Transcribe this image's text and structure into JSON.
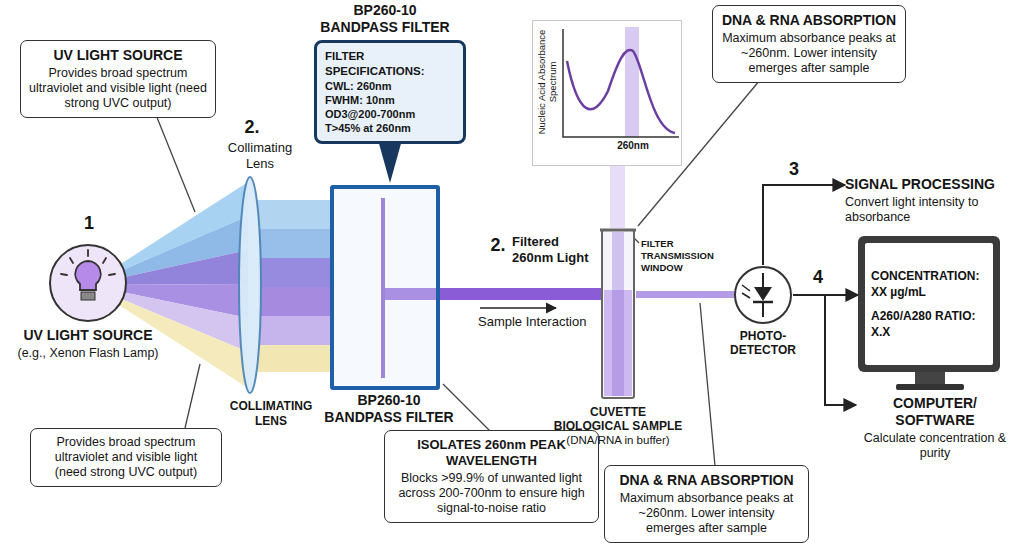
{
  "diagram": {
    "nodes": [
      {
        "text": [
          "UV LIGHT SOURCE",
          "Provides broad spectrum ultraviolet and visible light (need strong UVC output)"
        ]
      },
      {
        "text": [
          "UV LIGHT SOURCE",
          "(e.g., Xenon Flash Lamp)"
        ]
      },
      {
        "text": [
          "Provides broad spectrum ultraviolet and visible light (need strong UVC output)"
        ]
      },
      {
        "text": [
          "FILTER SPECIFICATIONS:",
          "CWL: 260nm",
          "FWHM: 10nm",
          "OD3@200-700nm",
          "T>45% at 260nm"
        ]
      },
      {
        "text": [
          "BP260-10 BANDPASS FILTER"
        ]
      },
      {
        "text": [
          "ISOLATES 260nm PEAK WAVELENGTH",
          "Blocks >99.9% of unwanted light across 200-700nm to ensure high signal-to-noise ratio"
        ]
      },
      {
        "text": [
          "Nucleic Acid Absorbance Spectrum",
          "260nm"
        ]
      },
      {
        "text": [
          "DNA & RNA ABSORPTION",
          "Maximum absorbance peaks at ~260nm. Lower intensity emerges after sample"
        ]
      },
      {
        "text": [
          "CUVETTE BIOLOGICAL SAMPLE",
          "(DNA/RNA in buffer)"
        ]
      },
      {
        "text": [
          "DNA & RNA ABSORPTION",
          "Maximum absorbance peaks at ~260nm. Lower intensity emerges after sample"
        ]
      },
      {
        "text": [
          "PHOTO- DETECTOR"
        ]
      },
      {
        "text": [
          "SIGNAL PROCESSING",
          "Convert light intensity to absorbance"
        ]
      },
      {
        "text": [
          "CONCENTRATION: XX µg/mL",
          "A260/A280 RATIO: X.X"
        ]
      },
      {
        "text": [
          "COMPUTER/ SOFTWARE",
          "Calculate concentration & purity"
        ]
      }
    ],
    "edges": [
      {
        "from": 10,
        "to": 11,
        "arrow": "to",
        "label": "3"
      },
      {
        "from": 10,
        "to": 12,
        "arrow": "to",
        "label": "4"
      },
      {
        "from": 10,
        "to": 13,
        "arrow": "to"
      }
    ],
    "labels": [
      "1",
      "2.",
      "Collimating Lens",
      "COLLIMATING LENS",
      "BP260-10 BANDPASS FILTER",
      "2.",
      "Filtered 260nm Light",
      "Sample Interaction",
      "FILTER TRANSMISSION WINDOW"
    ]
  }
}
